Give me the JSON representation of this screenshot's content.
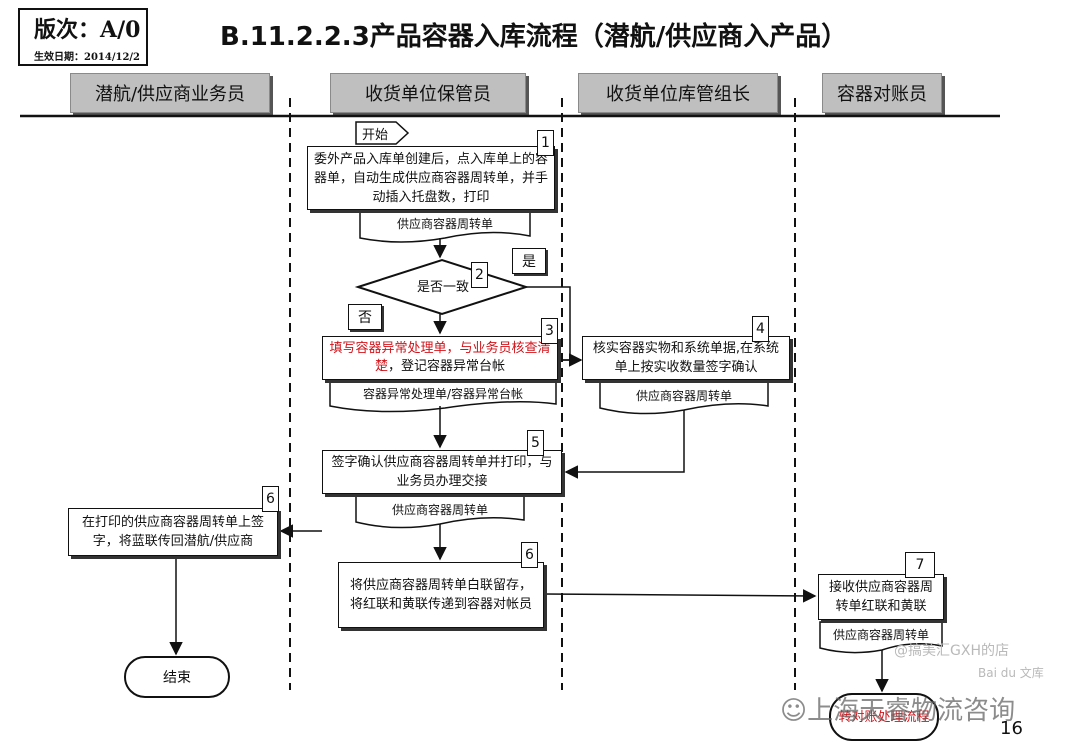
{
  "header": {
    "version_label": "版次：A/0",
    "effective_date": "生效日期：2014/12/2",
    "title": "B.11.2.2.3产品容器入库流程（潜航/供应商入产品）"
  },
  "lanes": [
    {
      "label": "潜航/供应商业务员"
    },
    {
      "label": "收货单位保管员"
    },
    {
      "label": "收货单位库管组长"
    },
    {
      "label": "容器对账员"
    }
  ],
  "steps": {
    "start": "开始",
    "s1_text": "委外产品入库单创建后，点入库单上的容器单，自动生成供应商容器周转单，并手动插入托盘数，打印",
    "s1_doc": "供应商容器周转单",
    "s2_text": "是否一致",
    "yes": "是",
    "no": "否",
    "s3_red": "填写容器异常处理单，与业务员核查清楚",
    "s3_rest": "，登记容器异常台帐",
    "s3_doc": "容器异常处理单/容器异常台帐",
    "s4_text": "核实容器实物和系统单据,在系统单上按实收数量签字确认",
    "s4_doc": "供应商容器周转单",
    "s5_text": "签字确认供应商容器周转单并打印，与业务员办理交接",
    "s5_doc": "供应商容器周转单",
    "s6a_text": "在打印的供应商容器周转单上签字，将蓝联传回潜航/供应商",
    "s6b_text": "将供应商容器周转单白联留存，将红联和黄联传递到容器对帐员",
    "s7_text": "接收供应商容器周转单红联和黄联",
    "s7_doc": "供应商容器周转单",
    "end": "结束",
    "next_process": "转对账处理流程"
  },
  "numbers": {
    "n1": "1",
    "n2": "2",
    "n3": "3",
    "n4": "4",
    "n5": "5",
    "n6a": "6",
    "n6b": "6",
    "n7": "7"
  },
  "footer": {
    "page_number": "16",
    "watermark_shop": "@搞美汇GXH的店",
    "watermark_baidu": "Bai du 文库",
    "watermark_wechat": "上海天睿物流咨询"
  }
}
